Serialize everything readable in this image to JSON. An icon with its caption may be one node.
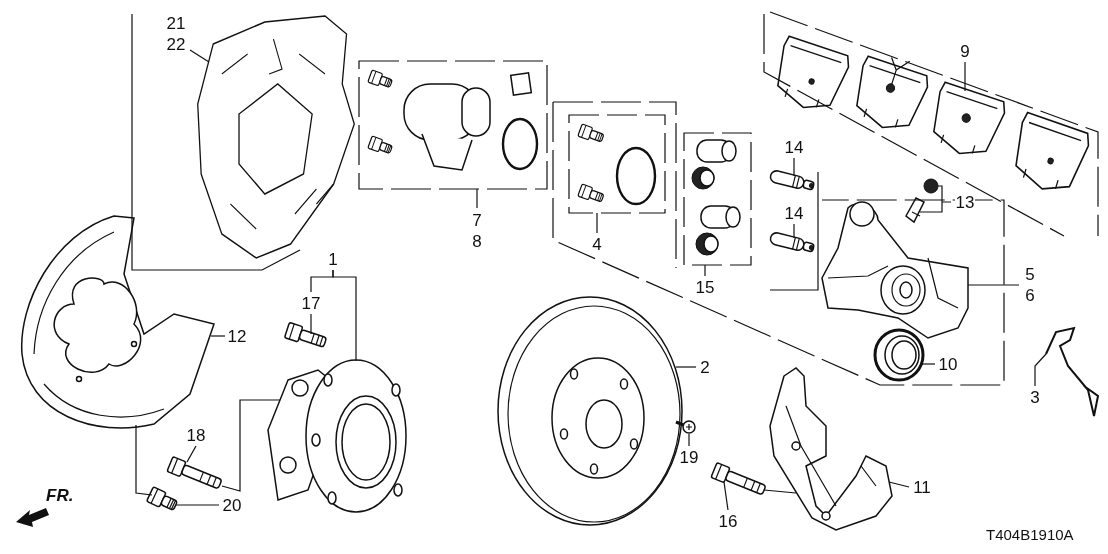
{
  "diagram": {
    "nodes": [
      {
        "text": [
          "21",
          "22"
        ]
      },
      {
        "text": [],
        "shape": "picture"
      },
      {
        "text": [
          "12"
        ]
      },
      {
        "text": [],
        "shape": "picture"
      },
      {
        "text": [
          "1"
        ]
      },
      {
        "text": [
          "17"
        ]
      },
      {
        "text": [],
        "shape": "picture"
      },
      {
        "text": [],
        "shape": "picture"
      },
      {
        "text": [
          "18"
        ]
      },
      {
        "text": [],
        "shape": "picture"
      },
      {
        "text": [
          "20"
        ]
      },
      {
        "text": [],
        "shape": "picture"
      },
      {
        "text": [
          "2"
        ]
      },
      {
        "text": [],
        "shape": "picture"
      },
      {
        "text": [
          "19"
        ]
      },
      {
        "text": [],
        "shape": "picture"
      },
      {
        "text": [
          "16"
        ]
      },
      {
        "text": [],
        "shape": "picture"
      },
      {
        "text": [],
        "shape": "picture"
      },
      {
        "text": [
          "11"
        ]
      },
      {
        "text": [
          "10"
        ]
      },
      {
        "text": [],
        "shape": "picture"
      },
      {
        "text": [
          "3"
        ]
      },
      {
        "text": [],
        "shape": "picture"
      },
      {
        "text": [
          "5",
          "6"
        ]
      },
      {
        "text": [],
        "shape": "picture"
      },
      {
        "text": [
          "13"
        ]
      },
      {
        "text": [],
        "shape": "picture"
      },
      {
        "text": [
          "14"
        ]
      },
      {
        "text": [],
        "shape": "picture"
      },
      {
        "text": [
          "14"
        ]
      },
      {
        "text": [],
        "shape": "picture"
      },
      {
        "text": [
          "9"
        ]
      },
      {
        "text": [],
        "shape": "picture"
      },
      {
        "text": [],
        "shape": "picture"
      },
      {
        "text": [],
        "shape": "picture"
      },
      {
        "text": [],
        "shape": "picture"
      },
      {
        "text": [
          "4"
        ]
      },
      {
        "text": [],
        "shape": "picture"
      },
      {
        "text": [
          "15"
        ]
      },
      {
        "text": [],
        "shape": "picture"
      },
      {
        "text": [
          "7",
          "8"
        ]
      },
      {
        "text": [],
        "shape": "picture"
      }
    ],
    "edges": [
      {
        "from": 0,
        "to": 1,
        "arrow": "none"
      },
      {
        "from": 2,
        "to": 3,
        "arrow": "none"
      },
      {
        "from": 4,
        "to": 5,
        "arrow": "none"
      },
      {
        "from": 4,
        "to": 7,
        "arrow": "none"
      },
      {
        "from": 5,
        "to": 6,
        "arrow": "none"
      },
      {
        "from": 8,
        "to": 9,
        "arrow": "none"
      },
      {
        "from": 9,
        "to": 7,
        "arrow": "none"
      },
      {
        "from": 10,
        "to": 11,
        "arrow": "none"
      },
      {
        "from": 11,
        "to": 3,
        "arrow": "none"
      },
      {
        "from": 12,
        "to": 13,
        "arrow": "none"
      },
      {
        "from": 14,
        "to": 15,
        "arrow": "none"
      },
      {
        "from": 16,
        "to": 17,
        "arrow": "none"
      },
      {
        "from": 17,
        "to": 18,
        "arrow": "none"
      },
      {
        "from": 19,
        "to": 18,
        "arrow": "none"
      },
      {
        "from": 20,
        "to": 21,
        "arrow": "none"
      },
      {
        "from": 22,
        "to": 23,
        "arrow": "none"
      },
      {
        "from": 24,
        "to": 25,
        "arrow": "none"
      },
      {
        "from": 26,
        "to": 27,
        "arrow": "none"
      },
      {
        "from": 28,
        "to": 29,
        "arrow": "none"
      },
      {
        "from": 30,
        "to": 31,
        "arrow": "none"
      },
      {
        "from": 32,
        "to": 35,
        "arrow": "none"
      },
      {
        "from": 37,
        "to": 38,
        "arrow": "none"
      },
      {
        "from": 39,
        "to": 40,
        "arrow": "none"
      },
      {
        "from": 41,
        "to": 42,
        "arrow": "none"
      }
    ],
    "labels": [
      "FR.",
      "T404B1910A"
    ]
  }
}
